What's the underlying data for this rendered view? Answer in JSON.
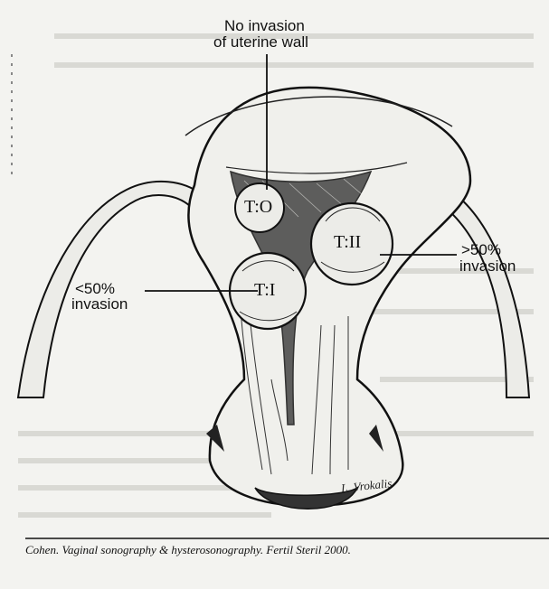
{
  "labels": {
    "top_line1": "No invasion",
    "top_line2": "of uterine wall",
    "left_line1": "<50%",
    "left_line2": "invasion",
    "right_line1": ">50%",
    "right_line2": "invasion"
  },
  "tumors": {
    "t0": "T:O",
    "t1": "T:I",
    "t2": "T:II"
  },
  "signature": "L. Vrokalis",
  "caption": "Cohen. Vaginal sonography & hysterosonography. Fertil Steril 2000."
}
